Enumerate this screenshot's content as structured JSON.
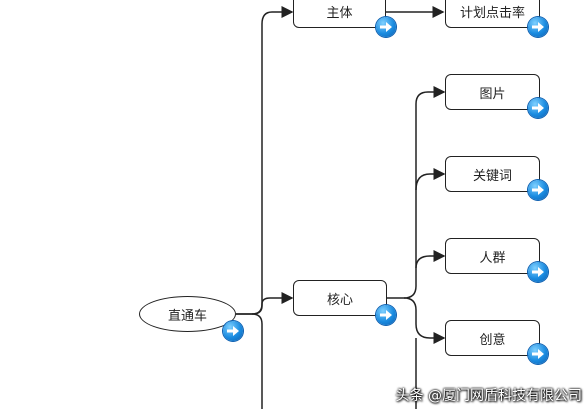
{
  "diagram": {
    "nodes": {
      "root": "直通车",
      "subject": "主体",
      "plan_ctr": "计划点击率",
      "core": "核心",
      "image": "图片",
      "keyword": "关键词",
      "crowd": "人群",
      "creative": "创意"
    },
    "icons": {
      "link": "arrow-right-circle-icon"
    },
    "colors": {
      "icon_blue": "#1a8be0",
      "line": "#222222"
    }
  },
  "watermark": "头条 @厦门网盾科技有限公司"
}
